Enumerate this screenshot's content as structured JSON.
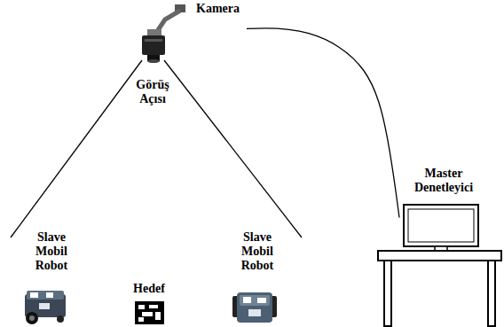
{
  "diagram": {
    "nodes": [
      {
        "text": [
          "Kamera"
        ]
      },
      {
        "text": [
          "Slave Mobil Robot"
        ]
      },
      {
        "text": [
          "Hedef"
        ]
      },
      {
        "text": [
          "Slave Mobil Robot"
        ]
      },
      {
        "text": [
          "Master Denetleyici"
        ]
      }
    ],
    "edges": [
      {
        "from": 0,
        "to": 4,
        "arrow": "none"
      }
    ],
    "labels": [
      "Görüş Açısı"
    ]
  }
}
